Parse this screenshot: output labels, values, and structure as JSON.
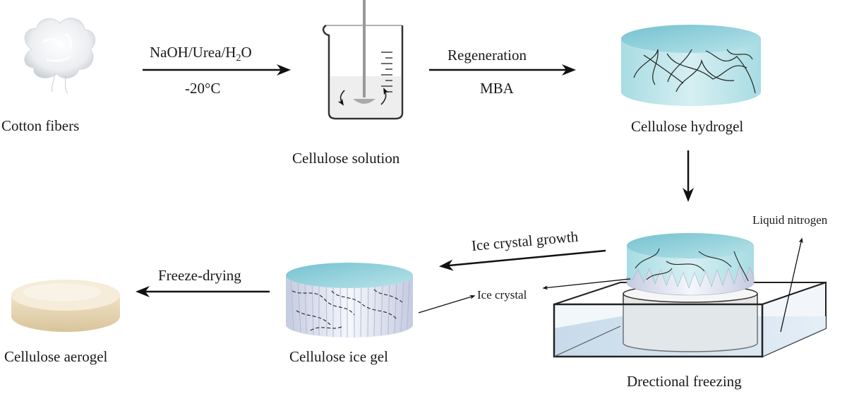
{
  "stages": {
    "cotton": "Cotton fibers",
    "solution": "Cellulose solution",
    "hydrogel": "Cellulose hydrogel",
    "freezing": "Drectional freezing",
    "icegel": "Cellulose ice gel",
    "aerogel": "Cellulose aerogel"
  },
  "steps": {
    "dissolve_reagent_main": "NaOH/Urea/H",
    "dissolve_reagent_sub": "2",
    "dissolve_reagent_tail": "O",
    "dissolve_temp": "-20°C",
    "regeneration": "Regeneration",
    "crosslinker": "MBA",
    "ice_growth": "Ice crystal growth",
    "freeze_drying": "Freeze-drying"
  },
  "annotations": {
    "liquid_nitrogen": "Liquid nitrogen",
    "ice_crystal": "Ice crystal"
  },
  "colors": {
    "gel_top": "#8ccfd8",
    "gel_side": "#c8e9ee",
    "ice_white": "#f4f6fb",
    "ice_shadow": "#b9bfd6",
    "nitrogen": "#c9dcec",
    "aerogel": "#f1e6cf",
    "arrow": "#111111"
  }
}
